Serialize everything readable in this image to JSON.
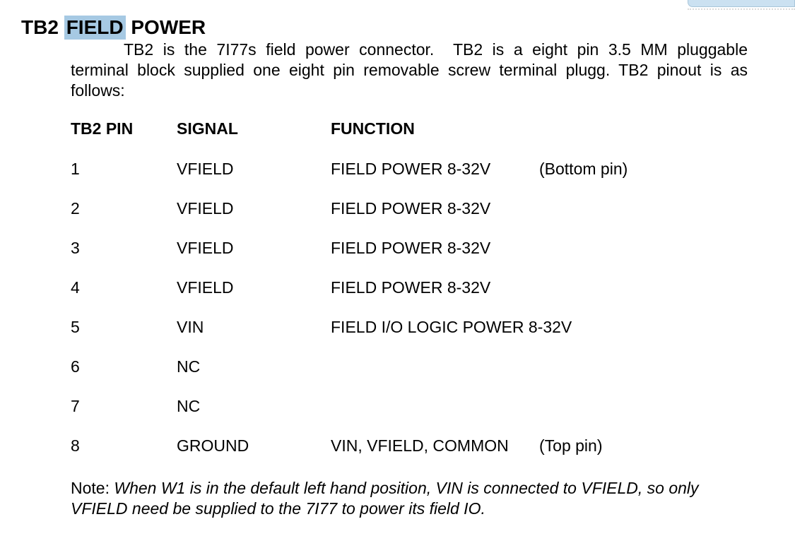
{
  "colors": {
    "search_highlight": "#a6c9e3",
    "fragment_fill": "#cbe1f1",
    "fragment_border": "#a8c6da",
    "text": "#000000",
    "background": "#ffffff"
  },
  "title": {
    "prefix": "TB2 ",
    "highlighted": "FIELD",
    "suffix": " POWER"
  },
  "intro": {
    "line1": "TB2 is the 7I77s field power connector.  TB2 is a eight pin 3.5 MM pluggable",
    "line2": "terminal block supplied one eight pin removable screw terminal plugg. TB2 pinout is as",
    "line3": "follows:"
  },
  "table": {
    "headers": [
      "TB2 PIN",
      "SIGNAL",
      "FUNCTION"
    ],
    "rows": [
      {
        "pin": "1",
        "signal": "VFIELD",
        "function": "FIELD POWER 8-32V",
        "note": "(Bottom pin)"
      },
      {
        "pin": "2",
        "signal": "VFIELD",
        "function": "FIELD POWER 8-32V",
        "note": ""
      },
      {
        "pin": "3",
        "signal": "VFIELD",
        "function": "FIELD POWER 8-32V",
        "note": ""
      },
      {
        "pin": "4",
        "signal": "VFIELD",
        "function": "FIELD POWER 8-32V",
        "note": ""
      },
      {
        "pin": "5",
        "signal": "VIN",
        "function": "FIELD I/O LOGIC POWER 8-32V",
        "note": ""
      },
      {
        "pin": "6",
        "signal": "NC",
        "function": "",
        "note": ""
      },
      {
        "pin": "7",
        "signal": "NC",
        "function": "",
        "note": ""
      },
      {
        "pin": "8",
        "signal": "GROUND",
        "function": "VIN, VFIELD, COMMON",
        "note": "(Top pin)"
      }
    ]
  },
  "footnote": {
    "label": "Note:",
    "text": "When W1 is in the default left hand position, VIN is connected to VFIELD, so only VFIELD need be supplied to the 7I77 to power its field IO."
  }
}
